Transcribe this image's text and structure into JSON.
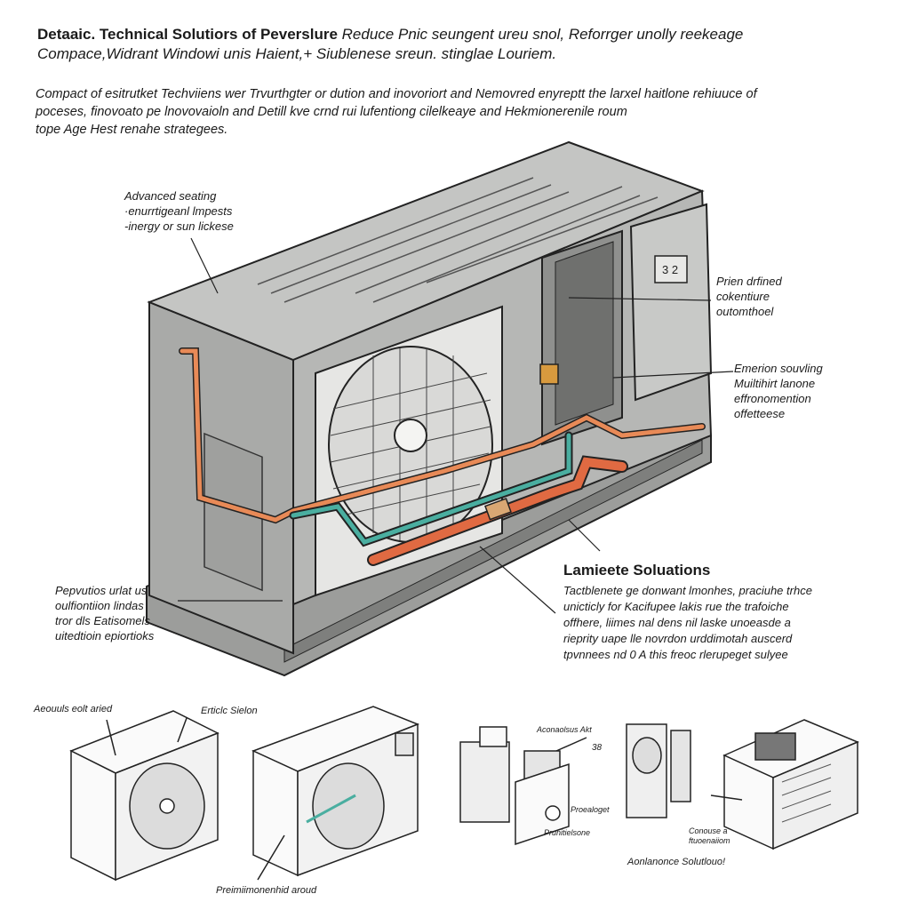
{
  "header": {
    "title": "Detaaic. Technical Solutiors of Peverslure",
    "title_rest": "Reduce Pnic seungent ureu snol, Reforrger unolly reekeage",
    "subtitle": "Compace,Widrant Windowi unis Haient,+ Siublenese sreun. stinglae Louriem."
  },
  "intro": {
    "line1": "Compact of esitrutket Techviiens wer Trvurthgter or dution and inovoriort and Nemovred enyreptt the larxel haitlone rehiuuce of",
    "line2": "poceses, finovoato pe lnovovaioln and Detill kve crnd rui lufentiong cilelkeaye and Hekmionerenile roum",
    "line3": "tope Age Hest renahe strategees."
  },
  "callouts": {
    "top_left": "Advanced seating\n·enurrtigeanl lmpests\n-inergy or sun lickese",
    "top_right": "Prien drfined\ncokentiure\noutomthoel",
    "mid_right": "Emerion souvling\nMuiltihirt lanone\neffronomention\noffetteese",
    "bottom_left": "Pepvutios urlat us\noulfiontiion lindas\ntror dls Eatisomels\nuitedtioin epiortioks"
  },
  "section": {
    "title": "Lamieete Soluations",
    "body": "Tactblenete ge donwant lmonhes, praciuhe trhce\nunicticly for Kacifupee lakis rue the trafoiche\noffhere, liimes nal dens nil laske unoeasde a\nrieprity uape lle novrdon urddimotah auscerd\ntpvnnees nd 0 A this freoc rlerupeget sulyee"
  },
  "small_units": {
    "unit1_label": "Aeouuls eolt aried",
    "unit2_label": "Erticlc Sielon",
    "unit2_bottom": "Preimiimonenhid aroud",
    "unit3_top": "Aconaolsus Akt",
    "unit3_num": "38",
    "unit3_left": "Proealoget",
    "unit3_bottom": "Prunitielsone",
    "unit4_right": "Conouse a\nftuoenaiiom",
    "unit4_bottom": "Aonlanonce Solutlouo!"
  },
  "display": {
    "readout": "3 2"
  },
  "colors": {
    "casing": "#b9bab8",
    "casing_dark": "#8d8e8c",
    "copper": "#e88a57",
    "teal": "#4aaea0",
    "line": "#222222"
  }
}
